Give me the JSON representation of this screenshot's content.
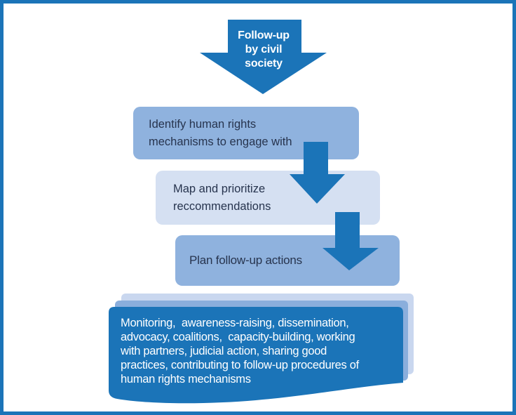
{
  "diagram": {
    "type": "flowchart",
    "frame_color": "#1B74B8",
    "title_arrow": {
      "label": "Follow-up\nby civil\nsociety",
      "fill": "#1B74B8",
      "text_color": "#FFFFFF"
    },
    "steps": [
      {
        "label": "Identify human rights\nmechanisms to engage with",
        "fill": "#8FB2DE"
      },
      {
        "label": "Map and prioritize\nreccommendations",
        "fill": "#D5E0F2"
      },
      {
        "label": "Plan follow-up actions",
        "fill": "#8FB2DE"
      }
    ],
    "connector_color": "#1B74B8",
    "step_text_color": "#27344E",
    "outcome": {
      "text": "Monitoring,  awareness-raising, dissemination,\nadvocacy, coalitions,  capacity-building, working\nwith partners, judicial action, sharing good\npractices, contributing to follow-up procedures of\nhuman rights mechanisms",
      "fill": "#1B74B8",
      "text_color": "#FFFFFF",
      "back_layer_fill": "#C9D7EF",
      "middle_layer_fill": "#8AAEDC"
    }
  }
}
